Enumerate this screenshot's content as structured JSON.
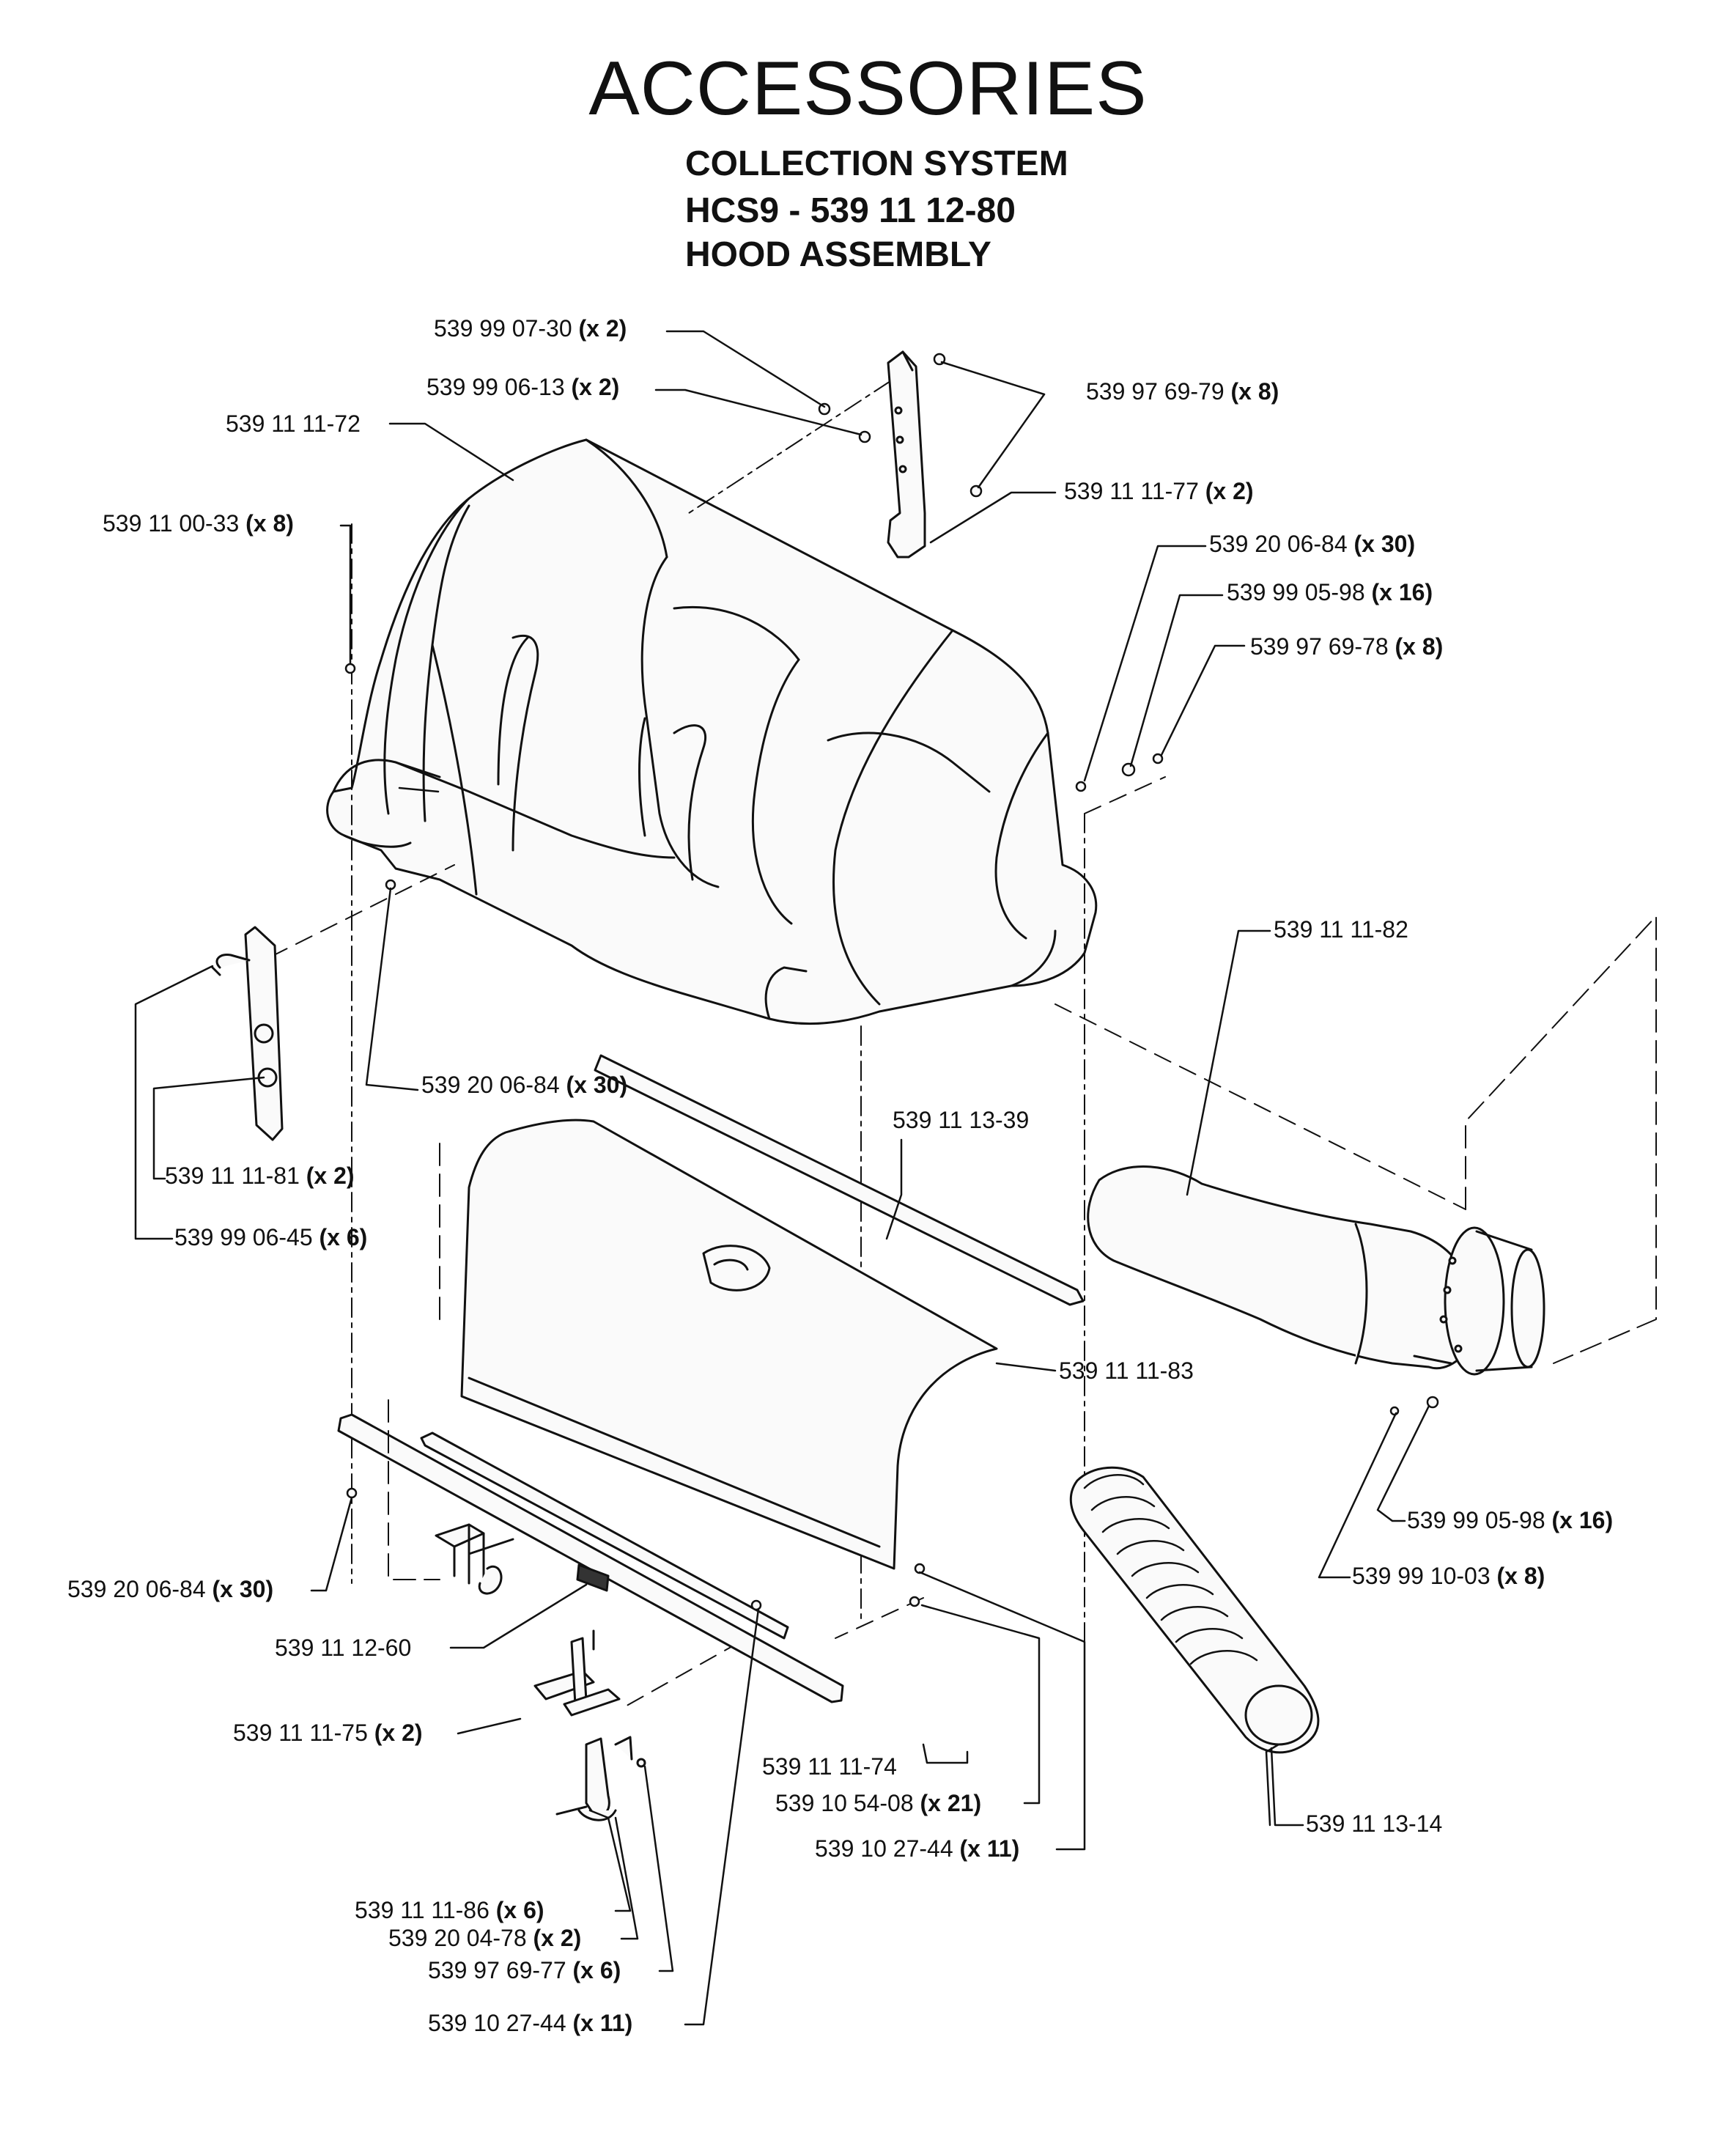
{
  "header": {
    "title": "ACCESSORIES",
    "subtitle_1": "COLLECTION SYSTEM",
    "subtitle_2": "HCS9 - 539 11 12-80",
    "subtitle_3": "HOOD ASSEMBLY"
  },
  "callouts": [
    {
      "id": "c01",
      "part": "539 99 07-30",
      "qty": "(x 2)"
    },
    {
      "id": "c02",
      "part": "539 99 06-13",
      "qty": "(x 2)"
    },
    {
      "id": "c03",
      "part": "539 11 11-72",
      "qty": ""
    },
    {
      "id": "c04",
      "part": "539 11 00-33",
      "qty": "(x 8)"
    },
    {
      "id": "c05",
      "part": "539 97 69-79",
      "qty": "(x 8)"
    },
    {
      "id": "c06",
      "part": "539 11 11-77",
      "qty": "(x 2)"
    },
    {
      "id": "c07",
      "part": "539 20 06-84",
      "qty": "(x 30)"
    },
    {
      "id": "c08",
      "part": "539 99 05-98",
      "qty": "(x 16)"
    },
    {
      "id": "c09",
      "part": "539 97 69-78",
      "qty": "(x 8)"
    },
    {
      "id": "c10",
      "part": "539 11 11-82",
      "qty": ""
    },
    {
      "id": "c11",
      "part": "539 20 06-84",
      "qty": "(x 30)"
    },
    {
      "id": "c12",
      "part": "539 11 13-39",
      "qty": ""
    },
    {
      "id": "c13",
      "part": "539 11 11-81",
      "qty": "(x 2)"
    },
    {
      "id": "c14",
      "part": "539 99 06-45",
      "qty": "(x 6)"
    },
    {
      "id": "c15",
      "part": "539 11 11-83",
      "qty": ""
    },
    {
      "id": "c16",
      "part": "539 99 05-98",
      "qty": "(x 16)"
    },
    {
      "id": "c17",
      "part": "539 99 10-03",
      "qty": "(x 8)"
    },
    {
      "id": "c18",
      "part": "539 20 06-84",
      "qty": "(x 30)"
    },
    {
      "id": "c19",
      "part": "539 11 12-60",
      "qty": ""
    },
    {
      "id": "c20",
      "part": "539 11 11-75",
      "qty": "(x 2)"
    },
    {
      "id": "c21",
      "part": "539 11 11-74",
      "qty": ""
    },
    {
      "id": "c22",
      "part": "539 10 54-08",
      "qty": "(x 21)"
    },
    {
      "id": "c23",
      "part": "539 10 27-44",
      "qty": "(x 11)"
    },
    {
      "id": "c24",
      "part": "539 11 13-14",
      "qty": ""
    },
    {
      "id": "c25",
      "part": "539 11 11-86",
      "qty": "(x 6)"
    },
    {
      "id": "c26",
      "part": "539 20 04-78",
      "qty": "(x 2)"
    },
    {
      "id": "c27",
      "part": "539 97 69-77",
      "qty": "(x 6)"
    },
    {
      "id": "c28",
      "part": "539 10 27-44",
      "qty": "(x 11)"
    }
  ],
  "colors": {
    "ink": "#111111",
    "paper": "#ffffff",
    "part_fill": "#f4f4f4"
  }
}
